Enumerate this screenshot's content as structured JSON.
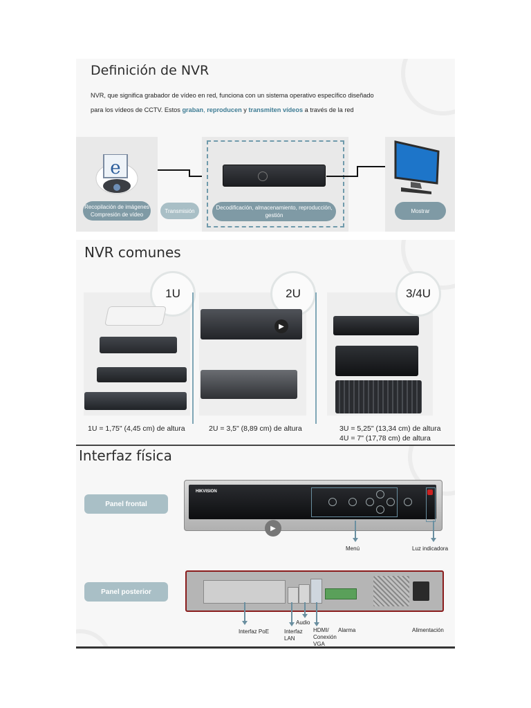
{
  "slide1": {
    "title": "Definición de NVR",
    "intro_line1": "NVR, que significa grabador de vídeo en red, funciona con un sistema operativo específico diseñado",
    "intro_line2_start": "para los vídeos de CCTV. Estos ",
    "kw_graban": "graban",
    "comma": ", ",
    "kw_reproducen": "reproducen",
    "and": " y ",
    "kw_transmiten": "transmiten vídeos",
    "intro_line2_end": " a través de la red",
    "accent_color": "#3f7d95",
    "flow": {
      "collect": "Recopilación de imágenes Compresión de vídeo",
      "transmit": "Transmisión",
      "process": "Decodificación, almacenamiento, reproducción, gestión",
      "display": "Mostrar"
    }
  },
  "slide2": {
    "title": "NVR comunes",
    "sizes": [
      {
        "badge": "1U",
        "caption": "1U = 1,75\" (4,45 cm) de altura"
      },
      {
        "badge": "2U",
        "caption": "2U = 3,5\" (8,89 cm) de altura"
      },
      {
        "badge": "3/4U",
        "caption": "3U = 5,25\" (13,34 cm) de altura",
        "caption2": "4U = 7\" (17,78 cm) de altura"
      }
    ]
  },
  "slide3": {
    "title": "Interfaz física",
    "front_panel": "Panel frontal",
    "rear_panel": "Panel posterior",
    "brand": "HIKVISION",
    "labels": {
      "menu": "Menú",
      "indicator": "Luz indicadora",
      "poe": "Interfaz PoE",
      "lan": "Interfaz LAN",
      "audio": "Audio",
      "hdmi": "HDMI/ Conexión VGA",
      "alarm": "Alarma",
      "power": "Alimentación"
    }
  }
}
